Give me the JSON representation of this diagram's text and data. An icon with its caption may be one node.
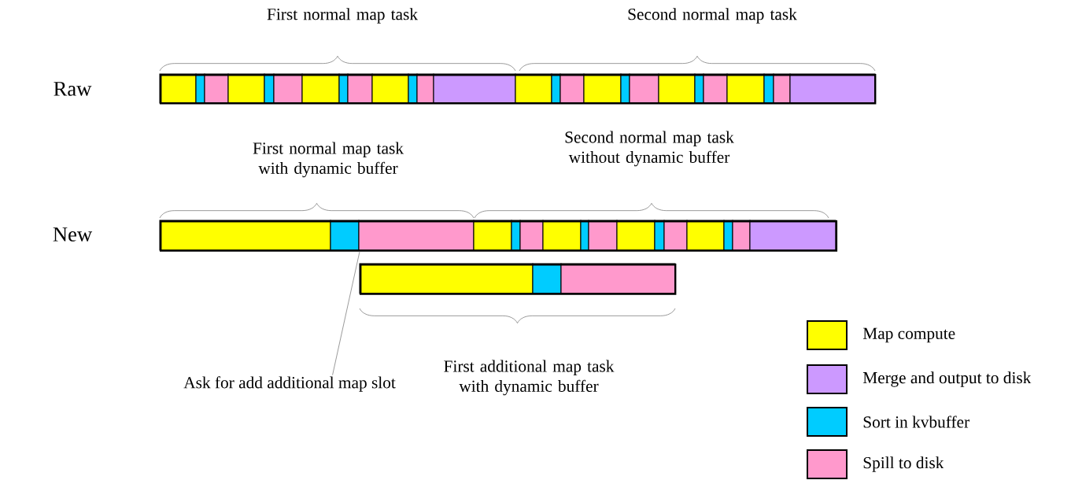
{
  "diagram": {
    "nodes": [
      {
        "text": [],
        "shape": "bar",
        "beside": [
          "Raw"
        ]
      },
      {
        "text": [],
        "shape": "bar",
        "beside": [
          "New"
        ]
      },
      {
        "text": [],
        "shape": "bar"
      },
      {
        "text": [
          "Ask for add additional map slot"
        ]
      }
    ],
    "edges": [
      {
        "from": 3,
        "to": 1,
        "arrow": "none"
      }
    ],
    "labels": [
      "First normal map task",
      "Second normal map task",
      "First normal map task with dynamic buffer",
      "Second normal map task without dynamic buffer",
      "First additional map task with dynamic buffer"
    ],
    "legend": [
      {
        "text": "Map compute",
        "color": "#ffff00"
      },
      {
        "text": "Merge and output to disk",
        "color": "#cc99ff"
      },
      {
        "text": "Sort in kvbuffer",
        "color": "#00ccff"
      },
      {
        "text": "Spill  to disk",
        "color": "#ff99cc"
      }
    ]
  }
}
